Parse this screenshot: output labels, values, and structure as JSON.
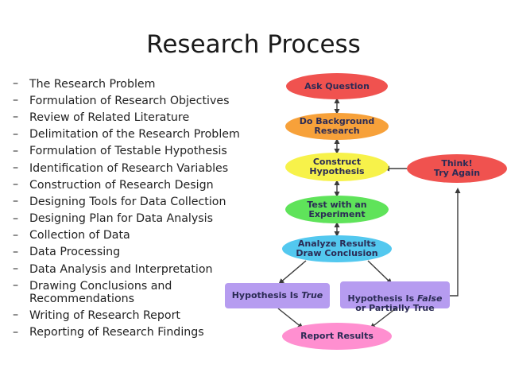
{
  "title": "Research Process",
  "steps": [
    "The Research Problem",
    "Formulation of Research Objectives",
    "Review of Related Literature",
    "Delimitation of the Research Problem",
    "Formulation of Testable Hypothesis",
    "Identification of Research Variables",
    "Construction of Research Design",
    "Designing Tools for Data Collection",
    "Designing Plan for Data Analysis",
    "Collection of Data",
    "Data Processing",
    "Data Analysis and Interpretation",
    "Drawing Conclusions and\nRecommendations",
    "Writing of Research Report",
    "Reporting of Research Findings"
  ],
  "bullet": "–",
  "flowchart": {
    "ask_question": "Ask Question",
    "background": "Do Background\nResearch",
    "hypothesis": "Construct\nHypothesis",
    "experiment": "Test with an\nExperiment",
    "analyze": "Analyze Results\nDraw Conclusion",
    "true_prefix": "Hypothesis Is ",
    "true_word": "True",
    "false_prefix": "Hypothesis Is ",
    "false_word": "False",
    "false_suffix": "\nor Partially True",
    "report": "Report Results",
    "think": "Think!\nTry Again"
  },
  "colors": {
    "ask": "#f0524f",
    "background": "#f7a13a",
    "hypothesis": "#f7f24a",
    "experiment": "#5fe35a",
    "analyze": "#53c8ef",
    "outcome": "#b69cf0",
    "report": "#ff8fd0",
    "think": "#f0524f",
    "arrow": "#3a3a3a"
  }
}
